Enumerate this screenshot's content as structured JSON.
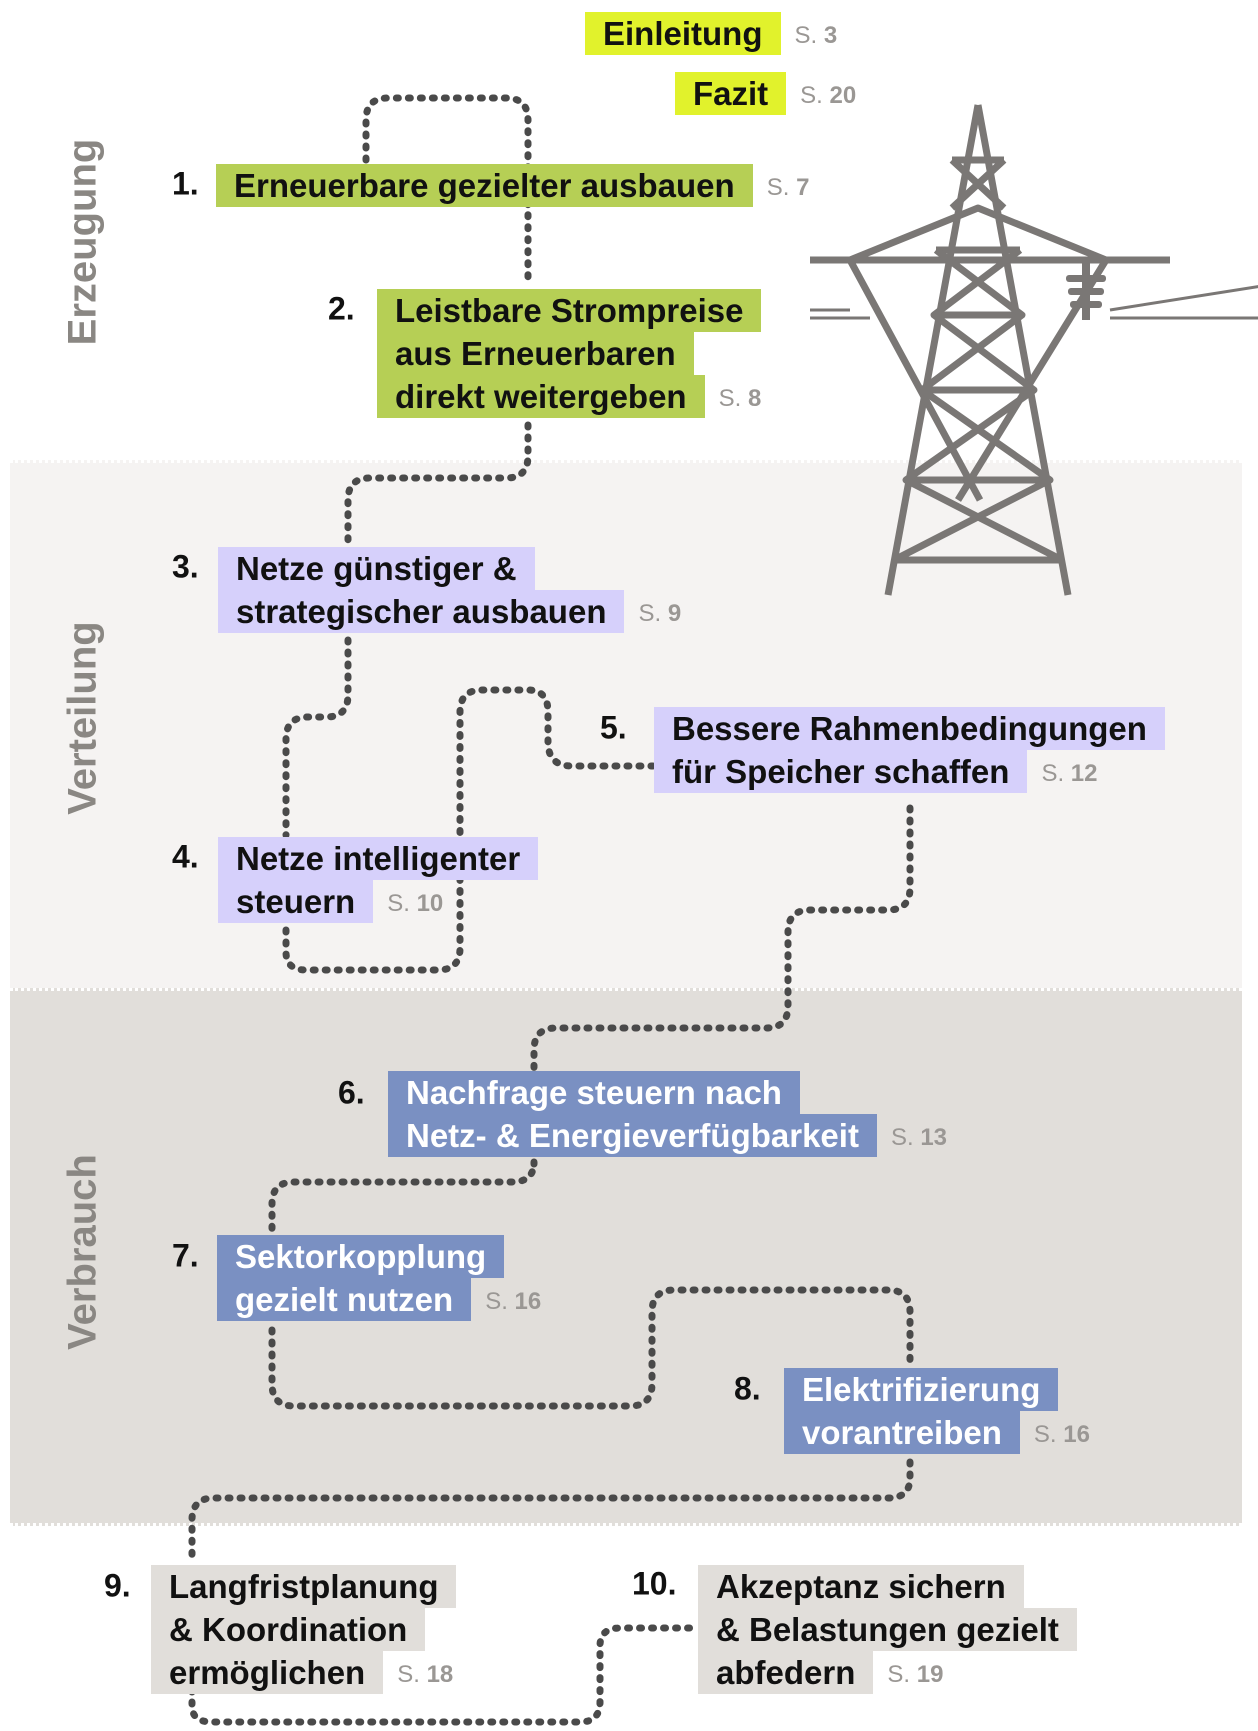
{
  "page_prefix": "S.",
  "sections": [
    {
      "id": "erzeugung",
      "label": "Erzeugung"
    },
    {
      "id": "verteilung",
      "label": "Verteilung"
    },
    {
      "id": "verbrauch",
      "label": "Verbrauch"
    }
  ],
  "intro_items": [
    {
      "label": "Einleitung",
      "page": "3"
    },
    {
      "label": "Fazit",
      "page": "20"
    }
  ],
  "items": [
    {
      "number": "1.",
      "lines": [
        "Erneuerbare gezielter ausbauen"
      ],
      "page": "7",
      "section": "erzeugung"
    },
    {
      "number": "2.",
      "lines": [
        "Leistbare Strompreise",
        "aus Erneuerbaren",
        "direkt weitergeben"
      ],
      "page": "8",
      "section": "erzeugung"
    },
    {
      "number": "3.",
      "lines": [
        "Netze günstiger &",
        "strategischer ausbauen"
      ],
      "page": "9",
      "section": "verteilung"
    },
    {
      "number": "4.",
      "lines": [
        "Netze intelligenter",
        "steuern"
      ],
      "page": "10",
      "section": "verteilung"
    },
    {
      "number": "5.",
      "lines": [
        "Bessere Rahmenbedingungen",
        "für Speicher schaffen"
      ],
      "page": "12",
      "section": "verteilung"
    },
    {
      "number": "6.",
      "lines": [
        "Nachfrage steuern nach",
        "Netz- & Energieverfügbarkeit"
      ],
      "page": "13",
      "section": "verbrauch"
    },
    {
      "number": "7.",
      "lines": [
        "Sektorkopplung",
        "gezielt nutzen"
      ],
      "page": "16",
      "section": "verbrauch"
    },
    {
      "number": "8.",
      "lines": [
        "Elektrifizierung",
        "vorantreiben"
      ],
      "page": "16",
      "section": "verbrauch"
    },
    {
      "number": "9.",
      "lines": [
        "Langfristplanung",
        "& Koordination",
        "ermöglichen"
      ],
      "page": "18",
      "section": "querschnitt"
    },
    {
      "number": "10.",
      "lines": [
        "Akzeptanz sichern",
        "& Belastungen gezielt",
        "abfedern"
      ],
      "page": "19",
      "section": "querschnitt"
    }
  ],
  "icons": [
    "power-pylon-icon"
  ],
  "colors": {
    "intro": "#e1f22c",
    "erzeugung": "#b6cf55",
    "verteilung": "#d6d0fb",
    "verbrauch": "#7a90c2",
    "querschnitt": "#e1deda",
    "path": "#4a4a4a",
    "page_number": "#9a9794"
  }
}
